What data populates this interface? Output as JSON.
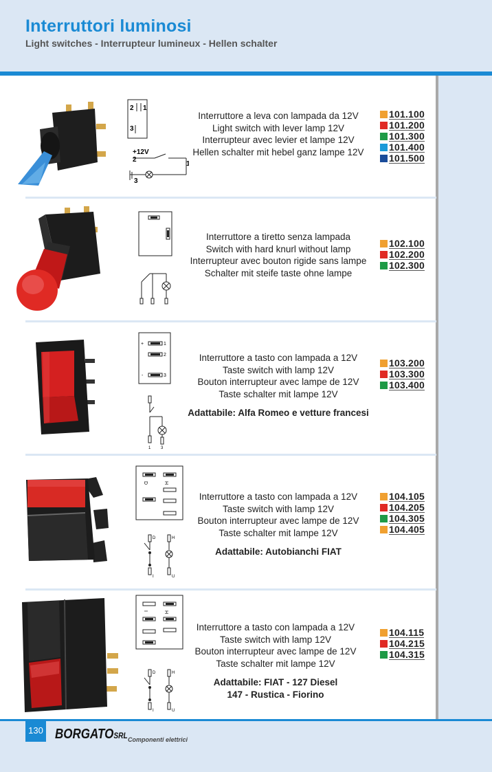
{
  "header": {
    "title": "Interruttori luminosi",
    "subtitle": "Light switches - Interrupteur lumineux - Hellen schalter"
  },
  "colors": {
    "orange": "#f0a030",
    "red": "#e02a24",
    "green": "#1e9a46",
    "light_blue": "#1a9ad8",
    "dark_blue": "#1a4c9a",
    "accent": "#1a8ad4"
  },
  "products": [
    {
      "desc": [
        "Interruttore a leva con lampada da 12V",
        "Light switch with lever lamp 12V",
        "Interrupteur avec levier et lampe 12V",
        "Hellen schalter mit hebel ganz lampe 12V"
      ],
      "adapt": [
        "",
        ""
      ],
      "codes": [
        {
          "code": "101.100",
          "color": "orange"
        },
        {
          "code": "101.200",
          "color": "red"
        },
        {
          "code": "101.300",
          "color": "green"
        },
        {
          "code": "101.400",
          "color": "light_blue"
        },
        {
          "code": "101.500",
          "color": "dark_blue"
        }
      ],
      "diagram_labels": [
        "2",
        "1",
        "3",
        "+12V",
        "2",
        "1",
        "3"
      ]
    },
    {
      "desc": [
        "Interruttore a tiretto senza lampada",
        "Switch with hard knurl without lamp",
        "Interrupteur avec bouton rigide sans lampe",
        "Schalter mit steife taste ohne lampe"
      ],
      "adapt": [
        "",
        ""
      ],
      "codes": [
        {
          "code": "102.100",
          "color": "orange"
        },
        {
          "code": "102.200",
          "color": "red"
        },
        {
          "code": "102.300",
          "color": "green"
        }
      ]
    },
    {
      "desc": [
        "Interruttore a tasto con lampada a 12V",
        "Taste switch with lamp 12V",
        "Bouton interrupteur avec lampe de 12V",
        "Taste schalter mit lampe 12V"
      ],
      "adapt": [
        "Adattabile: Alfa Romeo e vetture francesi",
        ""
      ],
      "codes": [
        {
          "code": "103.200",
          "color": "orange"
        },
        {
          "code": "103.300",
          "color": "red"
        },
        {
          "code": "103.400",
          "color": "green"
        }
      ],
      "diagram_labels": [
        "+",
        "1",
        "2",
        "-",
        "3",
        "1",
        "3"
      ]
    },
    {
      "desc": [
        "Interruttore a tasto con lampada a 12V",
        "Taste switch with lamp 12V",
        "Bouton interrupteur avec lampe de 12V",
        "Taste schalter mit lampe 12V"
      ],
      "adapt": [
        "Adattabile: Autobianchi FIAT",
        ""
      ],
      "codes": [
        {
          "code": "104.105",
          "color": "orange"
        },
        {
          "code": "104.205",
          "color": "red"
        },
        {
          "code": "104.305",
          "color": "green"
        },
        {
          "code": "104.405",
          "color": "orange"
        }
      ],
      "diagram_labels": [
        "D",
        "H",
        "I",
        "U"
      ]
    },
    {
      "desc": [
        "Interruttore a tasto con lampada a 12V",
        "Taste switch with lamp 12V",
        "Bouton interrupteur avec lampe de 12V",
        "Taste schalter mit lampe 12V"
      ],
      "adapt": [
        "Adattabile: FIAT - 127 Diesel",
        "147 - Rustica - Fiorino"
      ],
      "codes": [
        {
          "code": "104.115",
          "color": "orange"
        },
        {
          "code": "104.215",
          "color": "red"
        },
        {
          "code": "104.315",
          "color": "green"
        }
      ],
      "diagram_labels": [
        "D",
        "H",
        "I",
        "U"
      ]
    }
  ],
  "footer": {
    "page": "130",
    "brand": "BORGATO",
    "brand_suffix": "SRL",
    "tagline": "Componenti elettrici"
  }
}
